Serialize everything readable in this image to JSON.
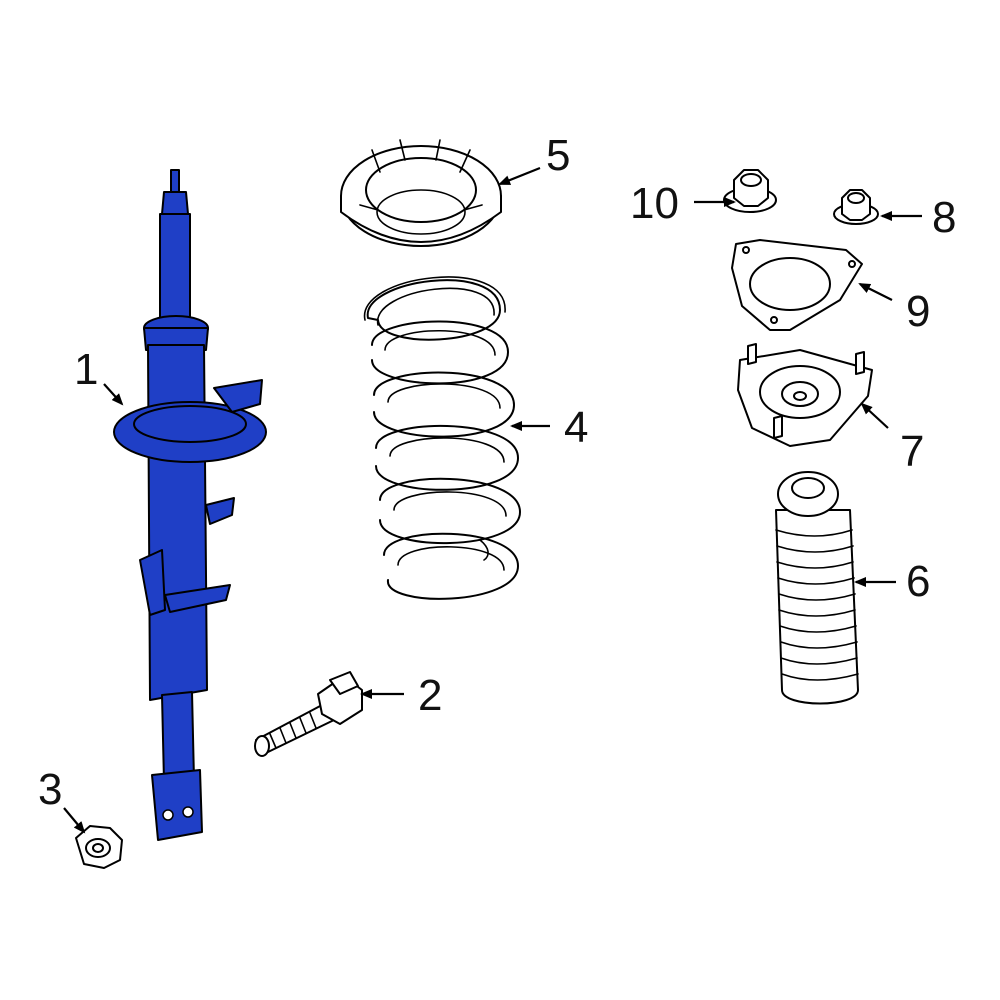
{
  "colors": {
    "highlight": "#1f3fc6",
    "line": "#000000",
    "background": "#ffffff"
  },
  "callouts": [
    {
      "id": "1",
      "label": "1"
    },
    {
      "id": "2",
      "label": "2"
    },
    {
      "id": "3",
      "label": "3"
    },
    {
      "id": "4",
      "label": "4"
    },
    {
      "id": "5",
      "label": "5"
    },
    {
      "id": "6",
      "label": "6"
    },
    {
      "id": "7",
      "label": "7"
    },
    {
      "id": "8",
      "label": "8"
    },
    {
      "id": "9",
      "label": "9"
    },
    {
      "id": "10",
      "label": "10"
    }
  ]
}
